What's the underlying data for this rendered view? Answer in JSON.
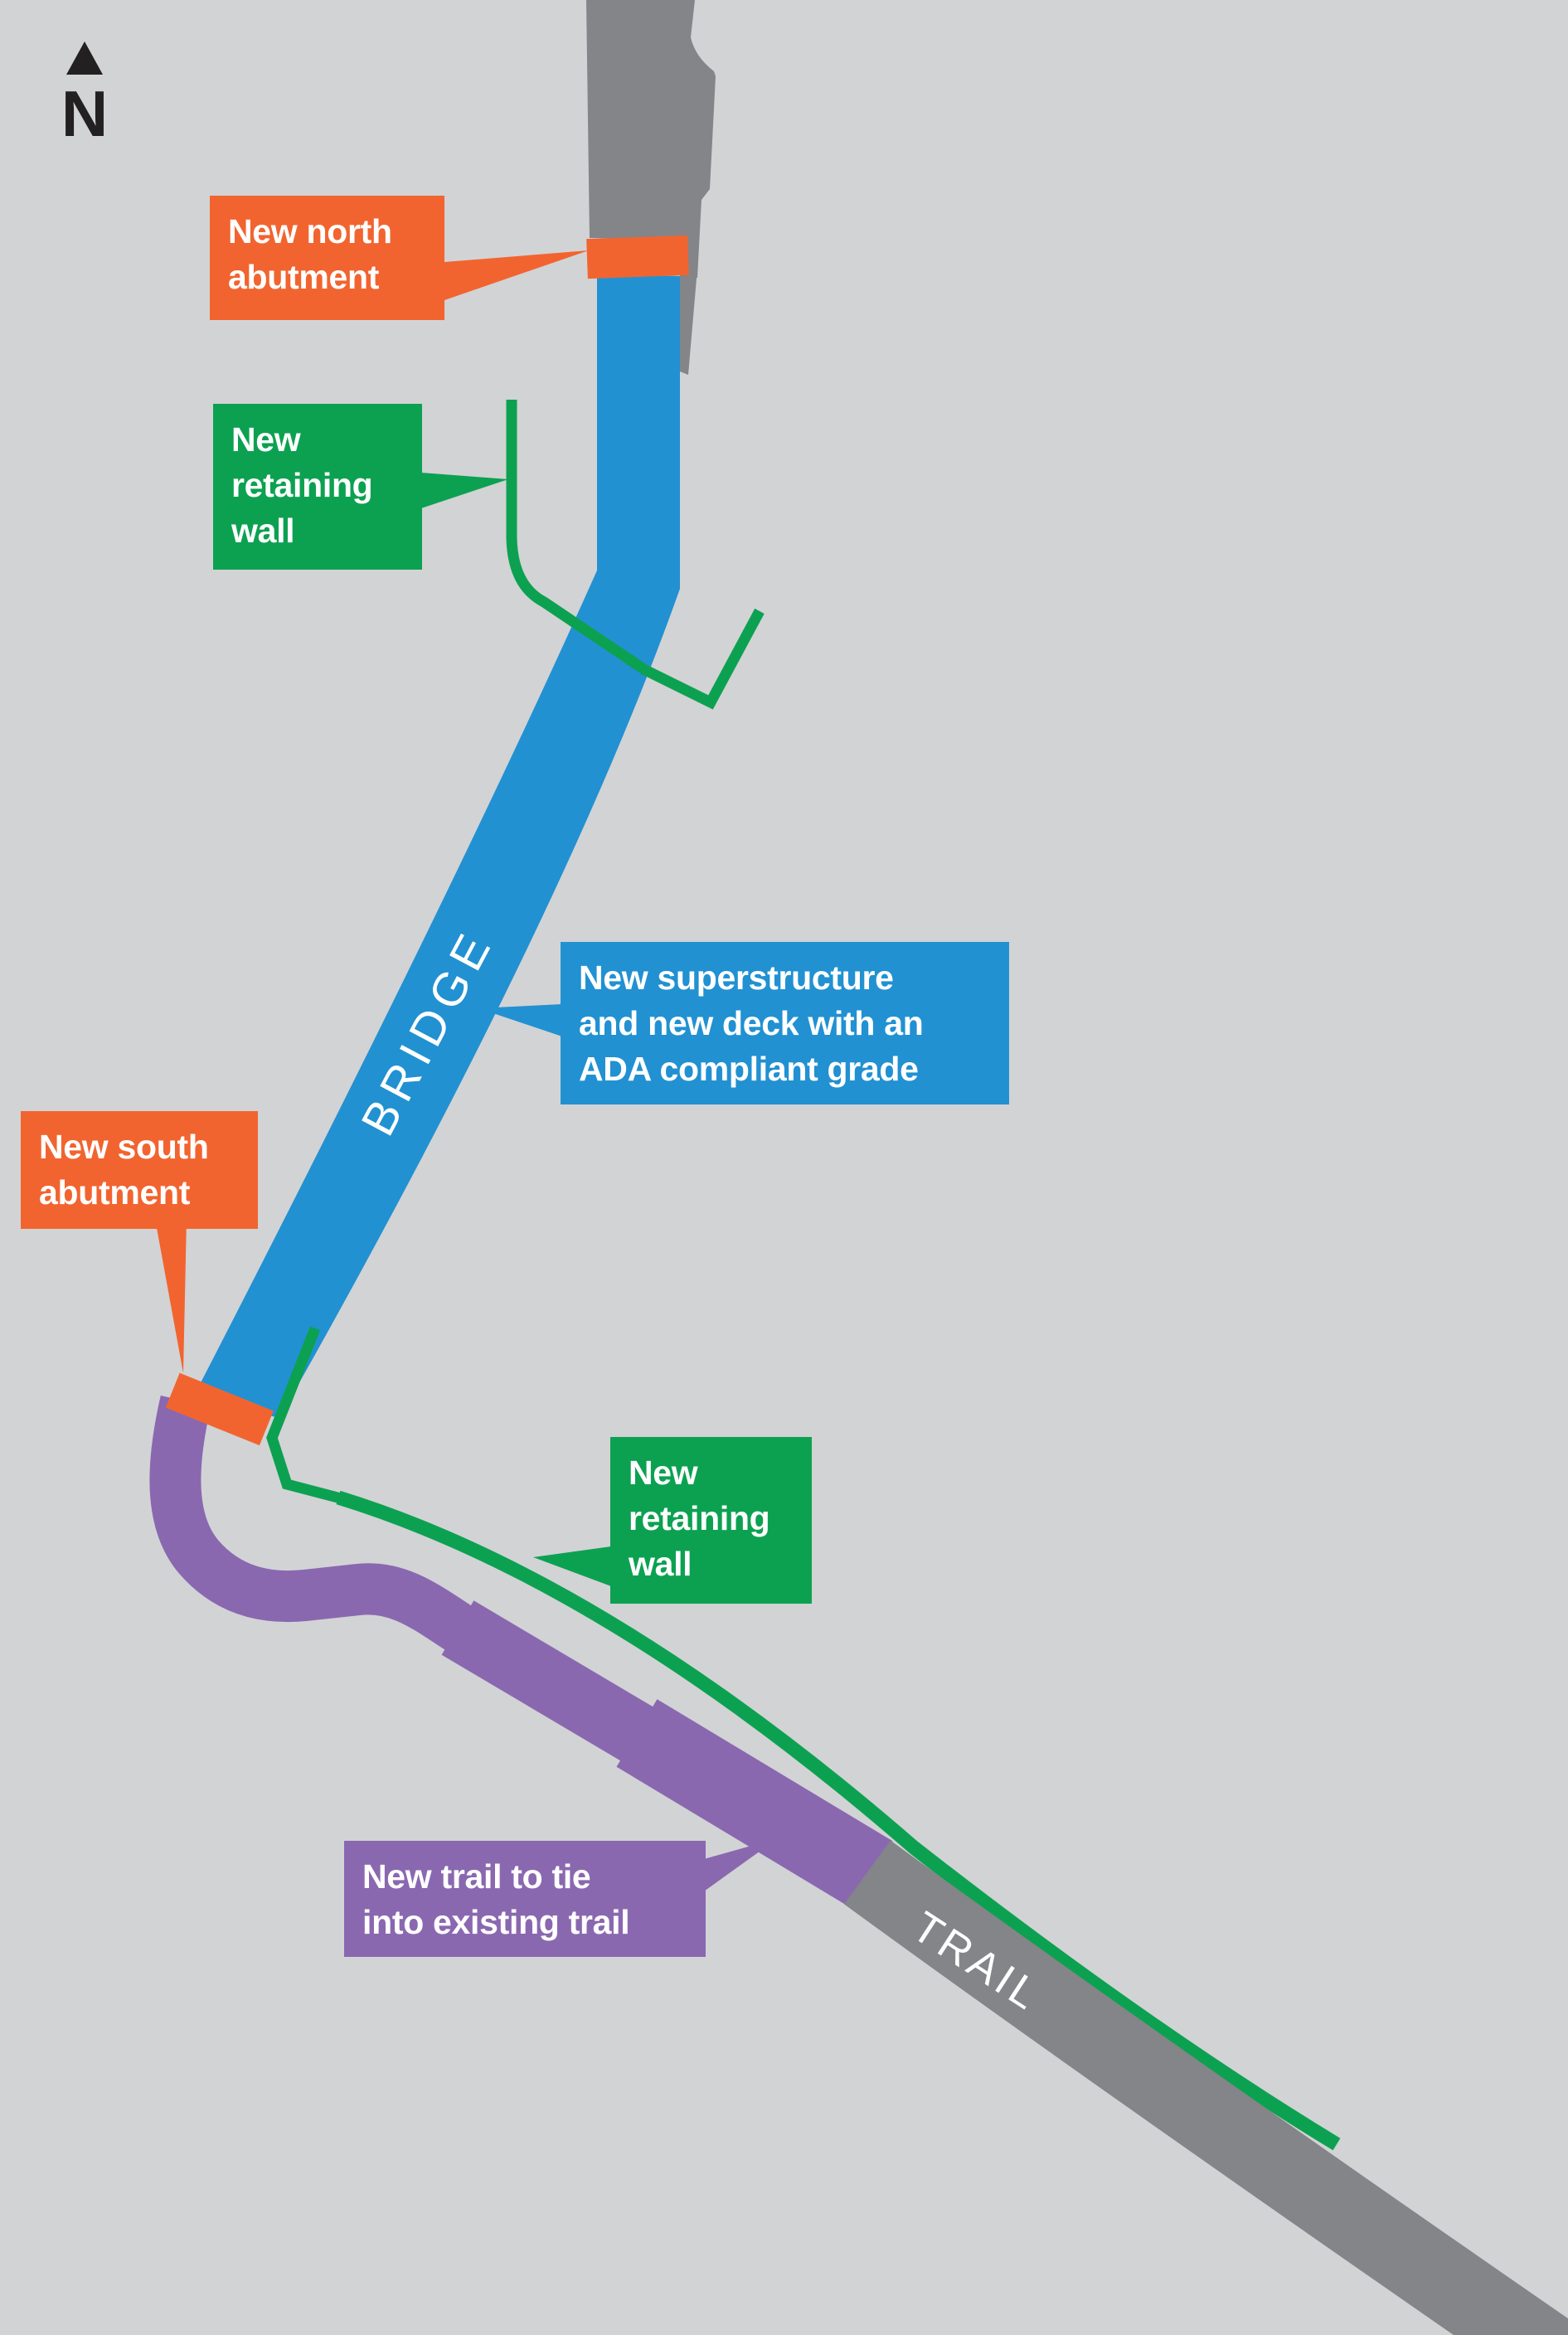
{
  "compass": {
    "label": "N"
  },
  "corridors": {
    "bridge_label": "BRIDGE",
    "trail_label": "TRAIL"
  },
  "callouts": {
    "north_abutment": {
      "lines": [
        "New north",
        "abutment"
      ]
    },
    "north_retaining_wall": {
      "lines": [
        "New",
        "retaining",
        "wall"
      ]
    },
    "superstructure": {
      "lines": [
        "New superstructure",
        "and new deck with an",
        "ADA compliant grade"
      ]
    },
    "south_abutment": {
      "lines": [
        "New south",
        "abutment"
      ]
    },
    "south_retaining_wall": {
      "lines": [
        "New",
        "retaining",
        "wall"
      ]
    },
    "new_trail": {
      "lines": [
        "New trail to tie",
        "into existing trail"
      ]
    }
  },
  "colors": {
    "background": "#d2d3d5",
    "road_gray": "#838588",
    "bridge_blue": "#2191d2",
    "abutment_orange": "#f2642f",
    "retaining_wall_green": "#0ca151",
    "trail_purple": "#8a68b0",
    "label_text_white": "#ffffff",
    "compass_dark": "#232021"
  }
}
